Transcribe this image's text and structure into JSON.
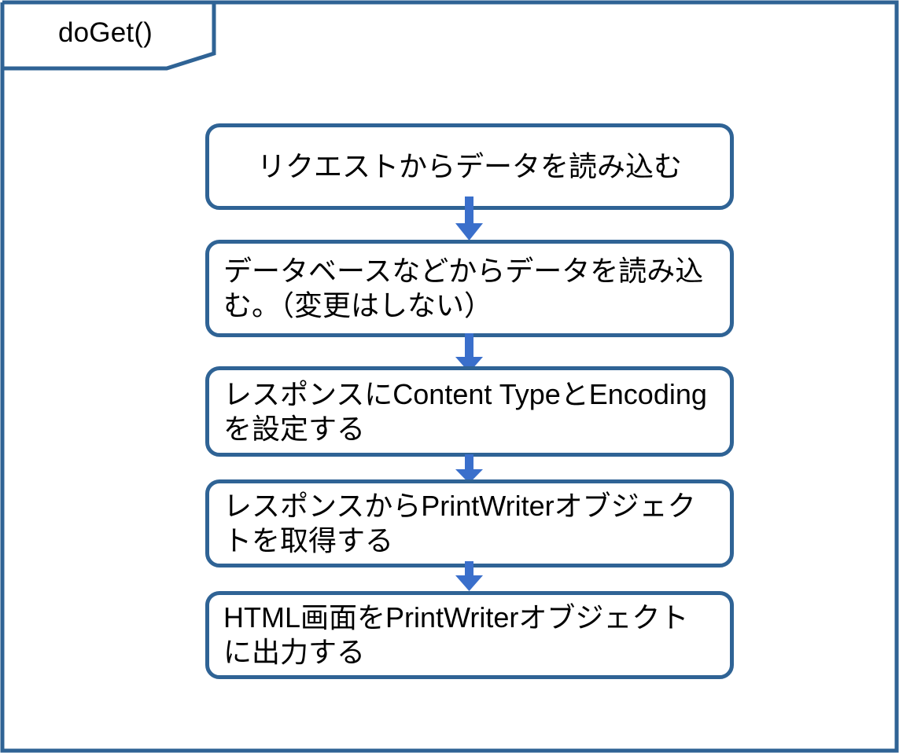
{
  "diagram": {
    "title": "doGet()",
    "frame": {
      "border_color": "#2F6395",
      "fold_note": "folded tab top-left"
    },
    "colors": {
      "box_border": "#2F6395",
      "box_fill": "#FFFFFF",
      "arrow": "#3A6FCB",
      "text": "#000000",
      "frame_border": "#2F6395"
    },
    "steps": [
      {
        "id": "step-1",
        "text": "リクエストからデータを読み込む",
        "align": "center"
      },
      {
        "id": "step-2",
        "text": "データベースなどからデータを読み込む。（変更はしない）",
        "align": "left"
      },
      {
        "id": "step-3",
        "text": "レスポンスにContent TypeとEncodingを設定する",
        "align": "left"
      },
      {
        "id": "step-4",
        "text": "レスポンスからPrintWriterオブジェクトを取得する",
        "align": "left"
      },
      {
        "id": "step-5",
        "text": "HTML画面をPrintWriterオブジェクトに出力する",
        "align": "left"
      }
    ],
    "connectors": [
      {
        "id": "connector-1",
        "from": "step-1",
        "to": "step-2",
        "icon": "down-arrow-icon"
      },
      {
        "id": "connector-2",
        "from": "step-2",
        "to": "step-3",
        "icon": "down-arrow-icon"
      },
      {
        "id": "connector-3",
        "from": "step-3",
        "to": "step-4",
        "icon": "down-arrow-icon"
      },
      {
        "id": "connector-4",
        "from": "step-4",
        "to": "step-5",
        "icon": "down-arrow-icon"
      }
    ]
  }
}
